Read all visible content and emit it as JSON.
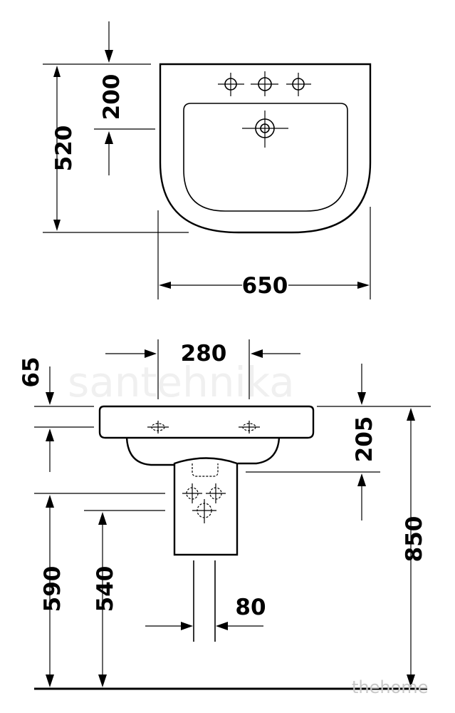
{
  "top_view": {
    "dim_height_total": "520",
    "dim_tap_offset": "200",
    "dim_width": "650"
  },
  "front_view": {
    "dim_tap_spacing": "280",
    "dim_rim_thickness": "65",
    "dim_basin_depth": "205",
    "dim_rim_height": "850",
    "dim_outlet_height_1": "590",
    "dim_outlet_height_2": "540",
    "dim_pipe_width": "80"
  },
  "watermark": {
    "brand": "thehome",
    "background": "santehnika"
  },
  "colors": {
    "line": "#000000",
    "watermark": "#c8c8c8"
  }
}
